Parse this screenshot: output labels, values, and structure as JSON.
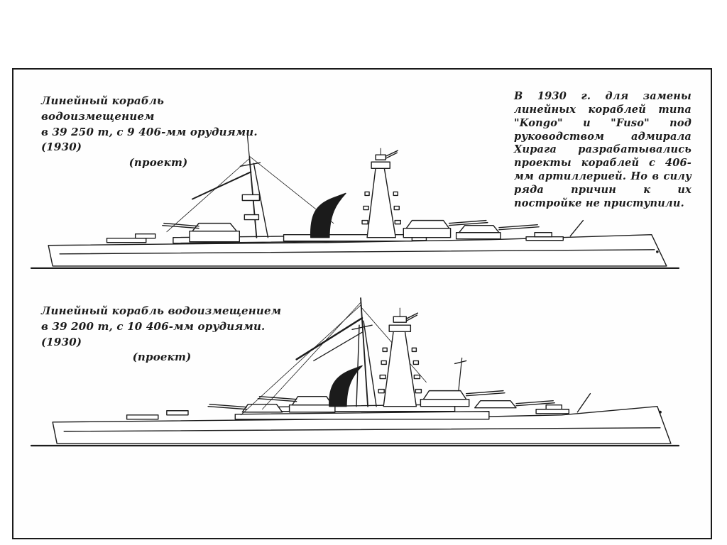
{
  "page": {
    "colors": {
      "ink": "#1c1c1c",
      "paper": "#ffffff"
    }
  },
  "captions": {
    "ship1": {
      "line1": "Линейный корабль водоизмещением",
      "line2": "в 39 250 т, с 9 406-мм орудиями. (1930)",
      "line3": "(проект)"
    },
    "ship2": {
      "line1": "Линейный корабль водоизмещением",
      "line2": "в 39 200 т, с 10 406-мм орудиями. (1930)",
      "line3": "(проект)"
    }
  },
  "note": {
    "text": "В 1930 г. для замены линейных кораблей типа \"Kongo\" и \"Fuso\" под руководством адмирала Хирага разрабатывались проекты кораблей с 406-мм артиллерией. Но в силу ряда причин к их постройке не приступили."
  }
}
